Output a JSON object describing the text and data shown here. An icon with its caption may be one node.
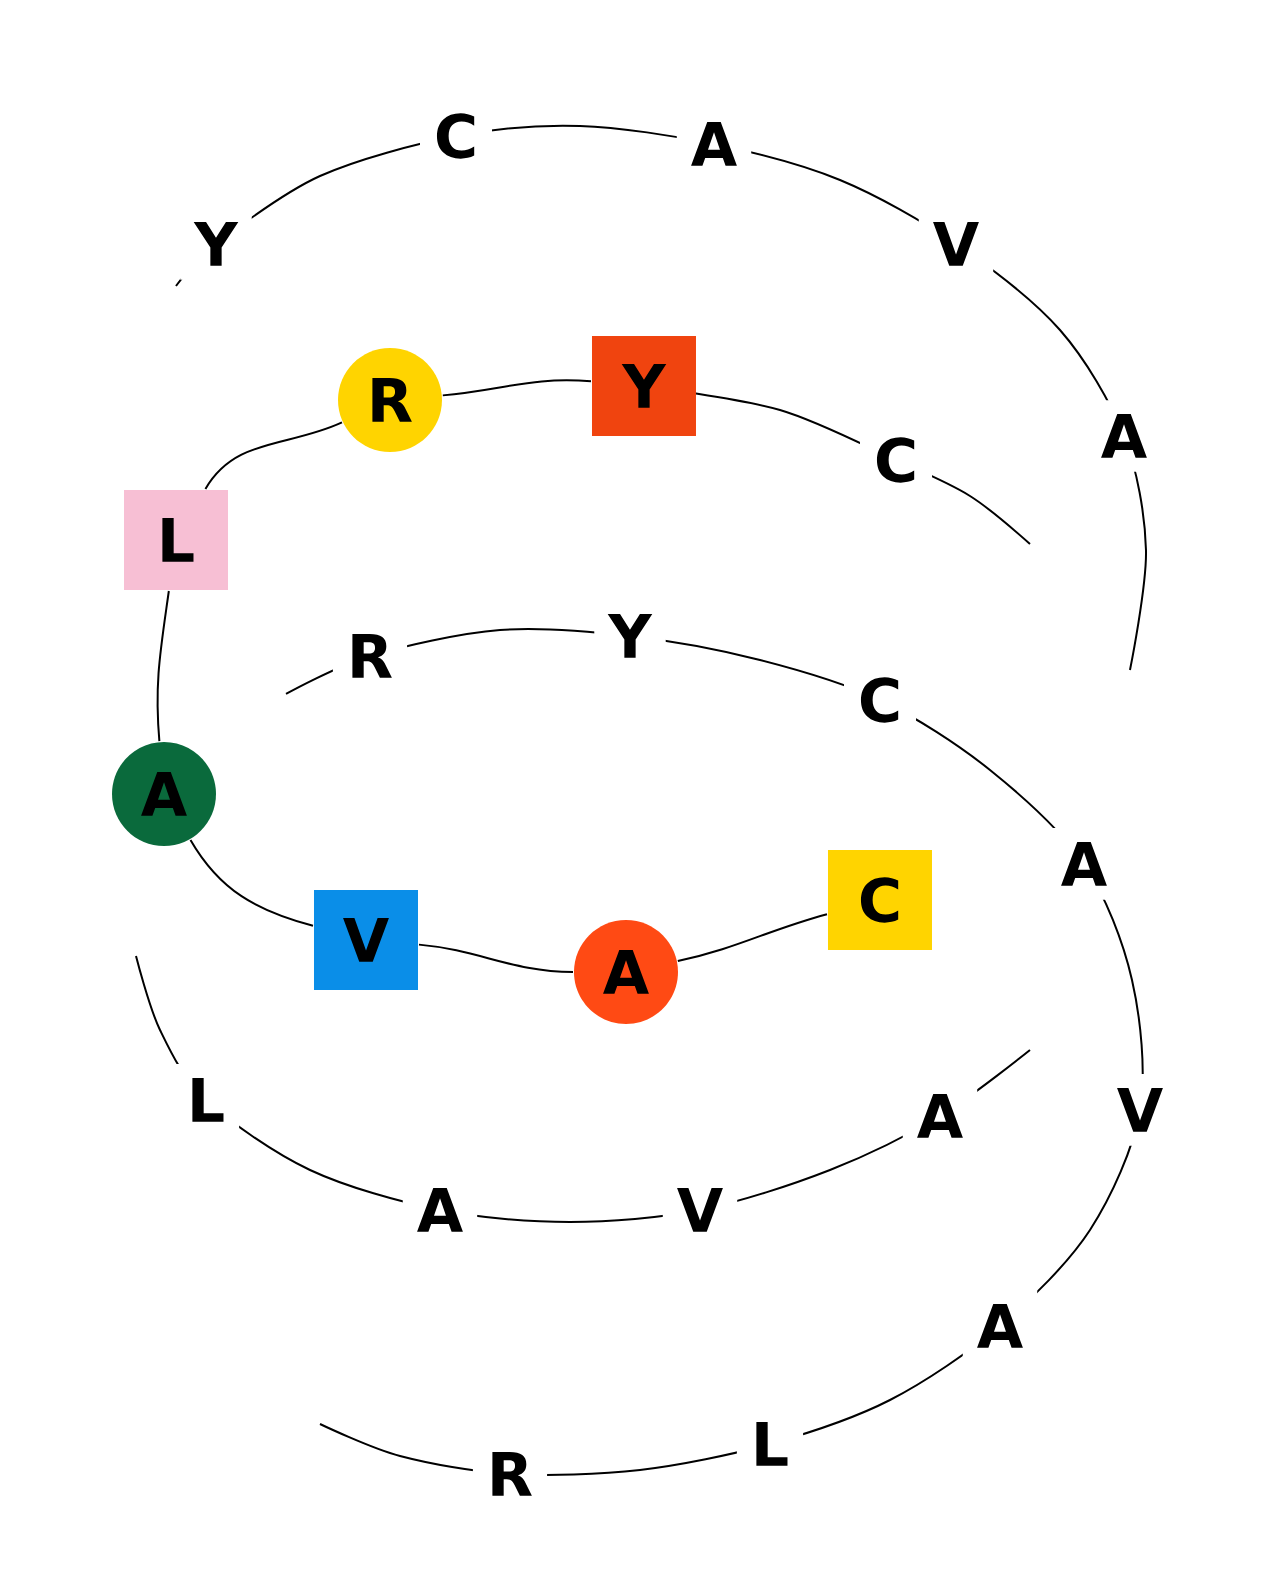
{
  "diagram": {
    "nodes": [
      {
        "text": [
          "R"
        ]
      },
      {
        "text": [
          "Y"
        ]
      },
      {
        "text": [
          "L"
        ]
      },
      {
        "text": [
          "A"
        ]
      },
      {
        "text": [
          "V"
        ]
      },
      {
        "text": [
          "A"
        ]
      },
      {
        "text": [
          "C"
        ]
      }
    ],
    "edges": [
      {
        "from": 1,
        "to": 0,
        "arrow": "none"
      },
      {
        "from": 0,
        "to": 2,
        "arrow": "none"
      },
      {
        "from": 2,
        "to": 3,
        "arrow": "none"
      },
      {
        "from": 3,
        "to": 4,
        "arrow": "none"
      },
      {
        "from": 4,
        "to": 5,
        "arrow": "none"
      },
      {
        "from": 5,
        "to": 6,
        "arrow": "none"
      }
    ],
    "labels": [
      "C",
      "A",
      "Y",
      "V",
      "A",
      "C",
      "Y",
      "R",
      "C",
      "A",
      "L",
      "A",
      "V",
      "A",
      "V",
      "A",
      "L",
      "R"
    ]
  }
}
